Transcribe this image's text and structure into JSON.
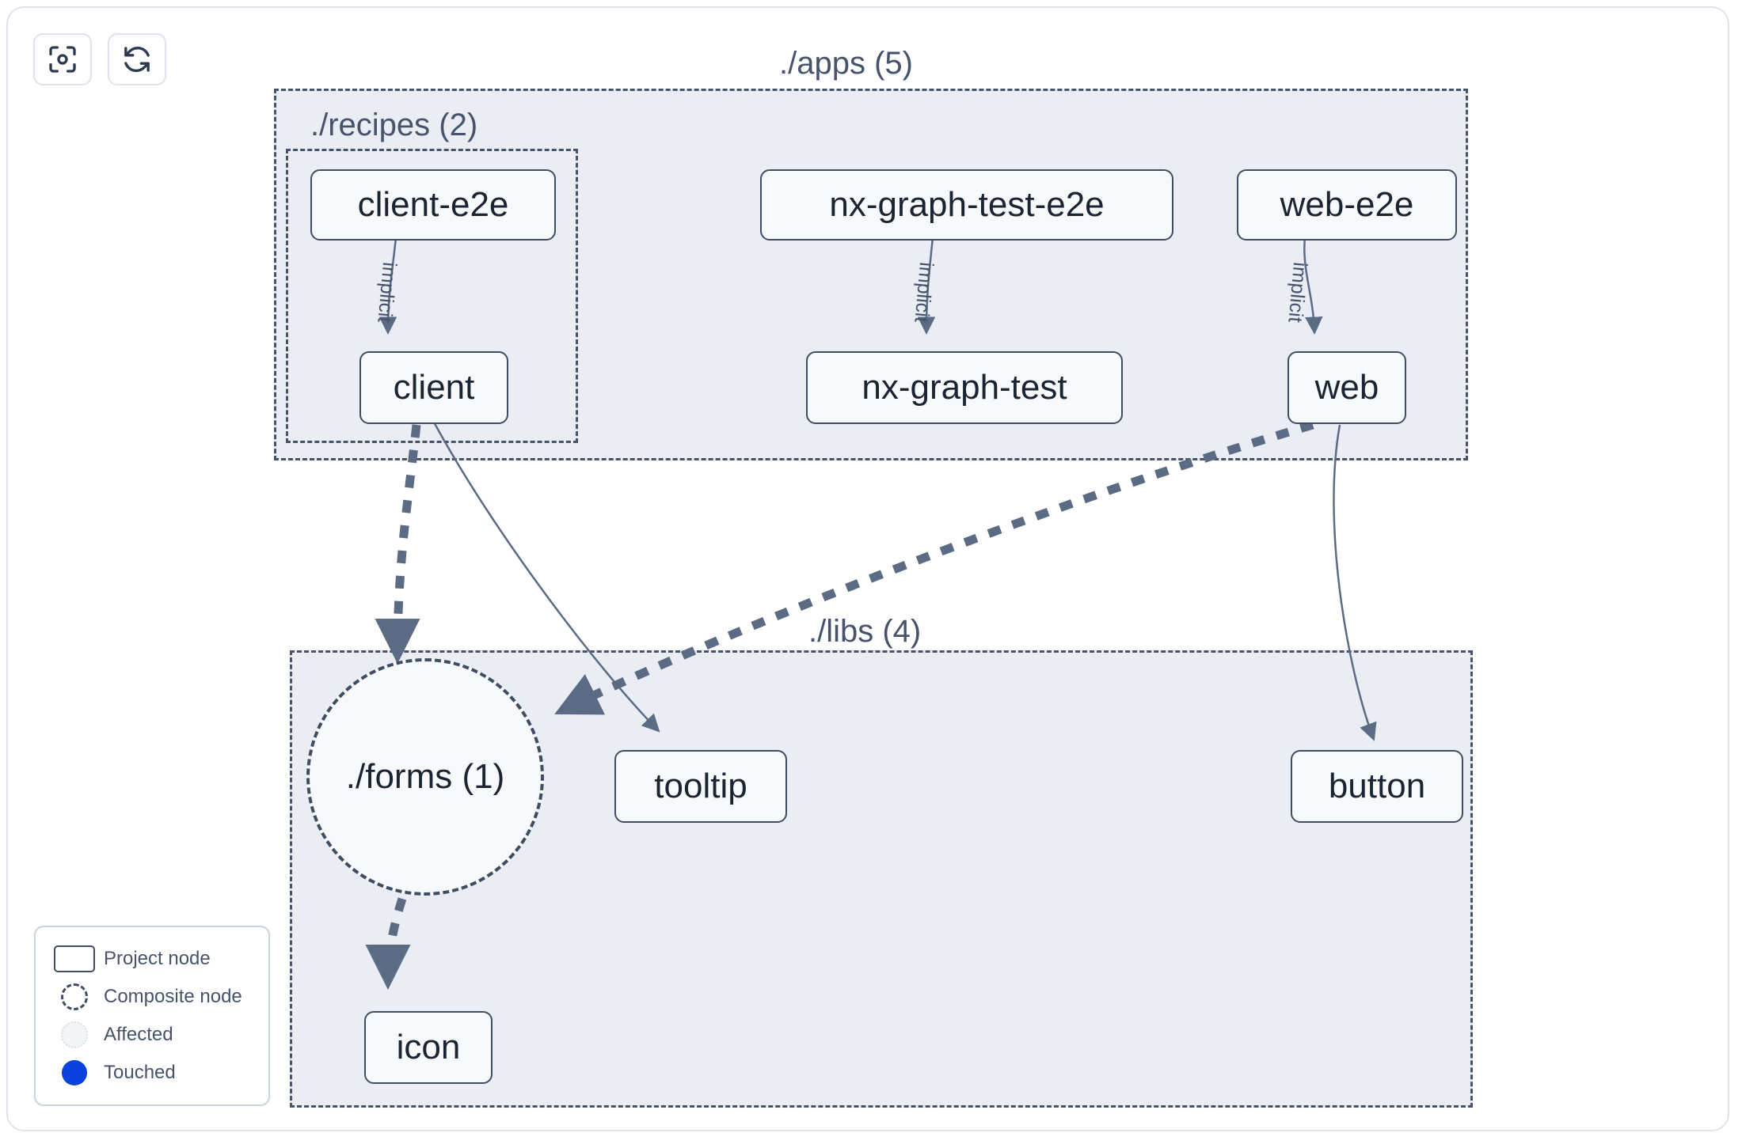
{
  "toolbar": {
    "buttons": [
      {
        "name": "focus-graph-button",
        "icon": "focus-target-icon",
        "label": ""
      },
      {
        "name": "refresh-graph-button",
        "icon": "refresh-icon",
        "label": ""
      }
    ]
  },
  "graph": {
    "groups": [
      {
        "id": "apps",
        "label": "./apps (5)"
      },
      {
        "id": "recipes",
        "label": "./recipes (2)"
      },
      {
        "id": "libs",
        "label": "./libs (4)"
      }
    ],
    "nodes": [
      {
        "id": "client-e2e",
        "label": "client-e2e",
        "type": "project"
      },
      {
        "id": "nx-graph-test-e2e",
        "label": "nx-graph-test-e2e",
        "type": "project"
      },
      {
        "id": "web-e2e",
        "label": "web-e2e",
        "type": "project"
      },
      {
        "id": "client",
        "label": "client",
        "type": "project"
      },
      {
        "id": "nx-graph-test",
        "label": "nx-graph-test",
        "type": "project"
      },
      {
        "id": "web",
        "label": "web",
        "type": "project"
      },
      {
        "id": "forms",
        "label": "./forms (1)",
        "type": "composite"
      },
      {
        "id": "tooltip",
        "label": "tooltip",
        "type": "project"
      },
      {
        "id": "button",
        "label": "button",
        "type": "project"
      },
      {
        "id": "icon",
        "label": "icon",
        "type": "project"
      }
    ],
    "edges": [
      {
        "from": "client-e2e",
        "to": "client",
        "label": "implicit",
        "style": "thin-solid"
      },
      {
        "from": "nx-graph-test-e2e",
        "to": "nx-graph-test",
        "label": "implicit",
        "style": "thin-solid"
      },
      {
        "from": "web-e2e",
        "to": "web",
        "label": "implicit",
        "style": "thin-solid"
      },
      {
        "from": "client",
        "to": "forms",
        "label": "",
        "style": "thick-dashed"
      },
      {
        "from": "client",
        "to": "tooltip",
        "label": "",
        "style": "thin-solid"
      },
      {
        "from": "web",
        "to": "forms",
        "label": "",
        "style": "thick-dashed"
      },
      {
        "from": "web",
        "to": "button",
        "label": "",
        "style": "thin-solid"
      },
      {
        "from": "forms",
        "to": "icon",
        "label": "",
        "style": "thick-dashed"
      }
    ]
  },
  "legend": {
    "items": [
      {
        "mark": "project-node-swatch",
        "label": "Project node"
      },
      {
        "mark": "composite-node-swatch",
        "label": "Composite node"
      },
      {
        "mark": "affected-swatch",
        "label": "Affected"
      },
      {
        "mark": "touched-swatch",
        "label": "Touched"
      }
    ]
  },
  "colors": {
    "group_bg": "#eaeef4",
    "group_border": "#46536a",
    "node_bg": "#f8f9fb",
    "node_border": "#3f4d63",
    "edge": "#5c6b84",
    "touched": "#0b41dd",
    "text": "#1b2432"
  }
}
